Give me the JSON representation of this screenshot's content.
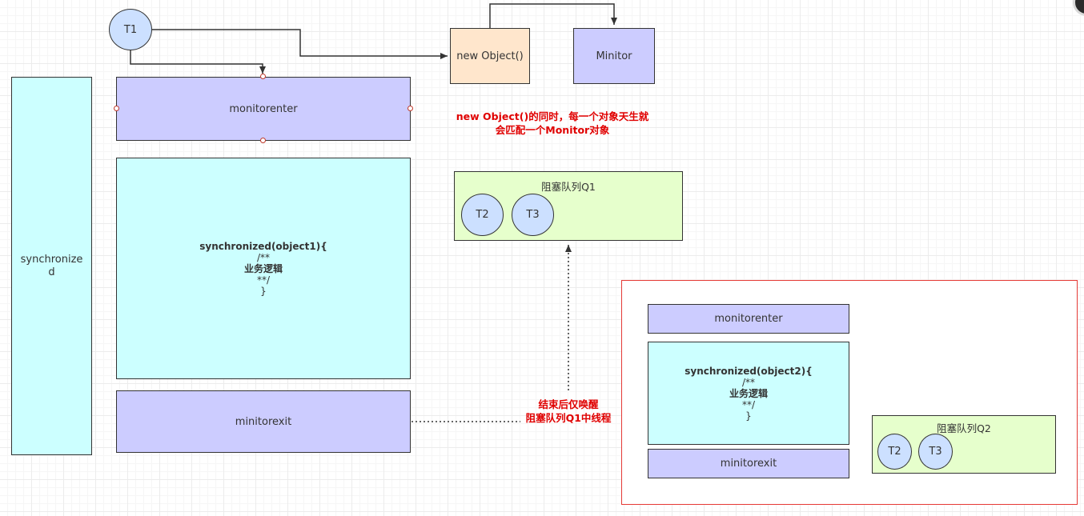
{
  "diagram": {
    "t1": "T1",
    "new_object": "new Object()",
    "monitor": "Minitor",
    "synchronized_bar": "synchronize d",
    "monitorenter": "monitorenter",
    "sync_block": {
      "line1": "synchronized(object1){",
      "line2": "/**",
      "line3": "业务逻辑",
      "line4": "**/",
      "line5": "}"
    },
    "monitorexit": "minitorexit",
    "note_monitor": {
      "line1": "new Object()的同时，每一个对象天生就",
      "line2": "会匹配一个Monitor对象"
    },
    "queue_q1": {
      "title": "阻塞队列Q1",
      "threads": [
        "T2",
        "T3"
      ]
    },
    "note_wake": {
      "line1": "结束后仅唤醒",
      "line2": "阻塞队列Q1中线程"
    },
    "group2": {
      "monitorenter": "monitorenter",
      "sync_block": {
        "line1": "synchronized(object2){",
        "line2": "/**",
        "line3": "业务逻辑",
        "line4": "**/",
        "line5": "}"
      },
      "monitorexit": "minitorexit",
      "queue_q2": {
        "title": "阻塞队列Q2",
        "threads": [
          "T2",
          "T3"
        ]
      }
    },
    "colors": {
      "purple": "#ccccff",
      "cyan": "#ccffff",
      "peach": "#ffe6cc",
      "green": "#e6ffcc",
      "thread_blue": "#cce0ff",
      "red": "#e00000"
    }
  }
}
